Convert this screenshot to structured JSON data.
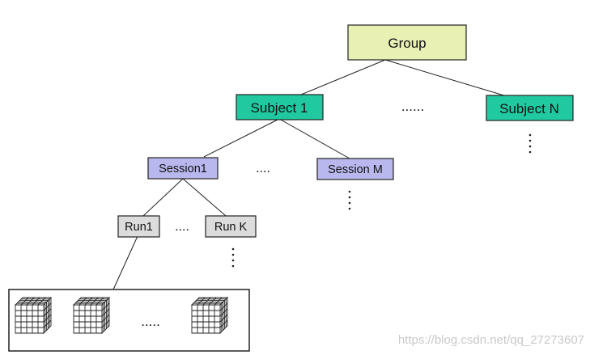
{
  "colors": {
    "group_fill": "#e8f0b4",
    "subject_fill": "#20c9a0",
    "session_fill": "#b8b8ee",
    "run_fill": "#dcdcdc",
    "stroke": "#222222",
    "watermark": "#c9c9c9"
  },
  "nodes": {
    "group": "Group",
    "subject_1": "Subject 1",
    "subject_n": "Subject N",
    "session_1": "Session1",
    "session_m": "Session M",
    "run_1": "Run1",
    "run_k": "Run K"
  },
  "ellipses": {
    "subjects": "......",
    "sessions": "....",
    "runs": "....",
    "volumes": "....."
  },
  "watermark": "https://blog.csdn.net/qq_27273607",
  "icons": [
    "volume-grid-icon",
    "vertical-ellipsis-icon"
  ]
}
